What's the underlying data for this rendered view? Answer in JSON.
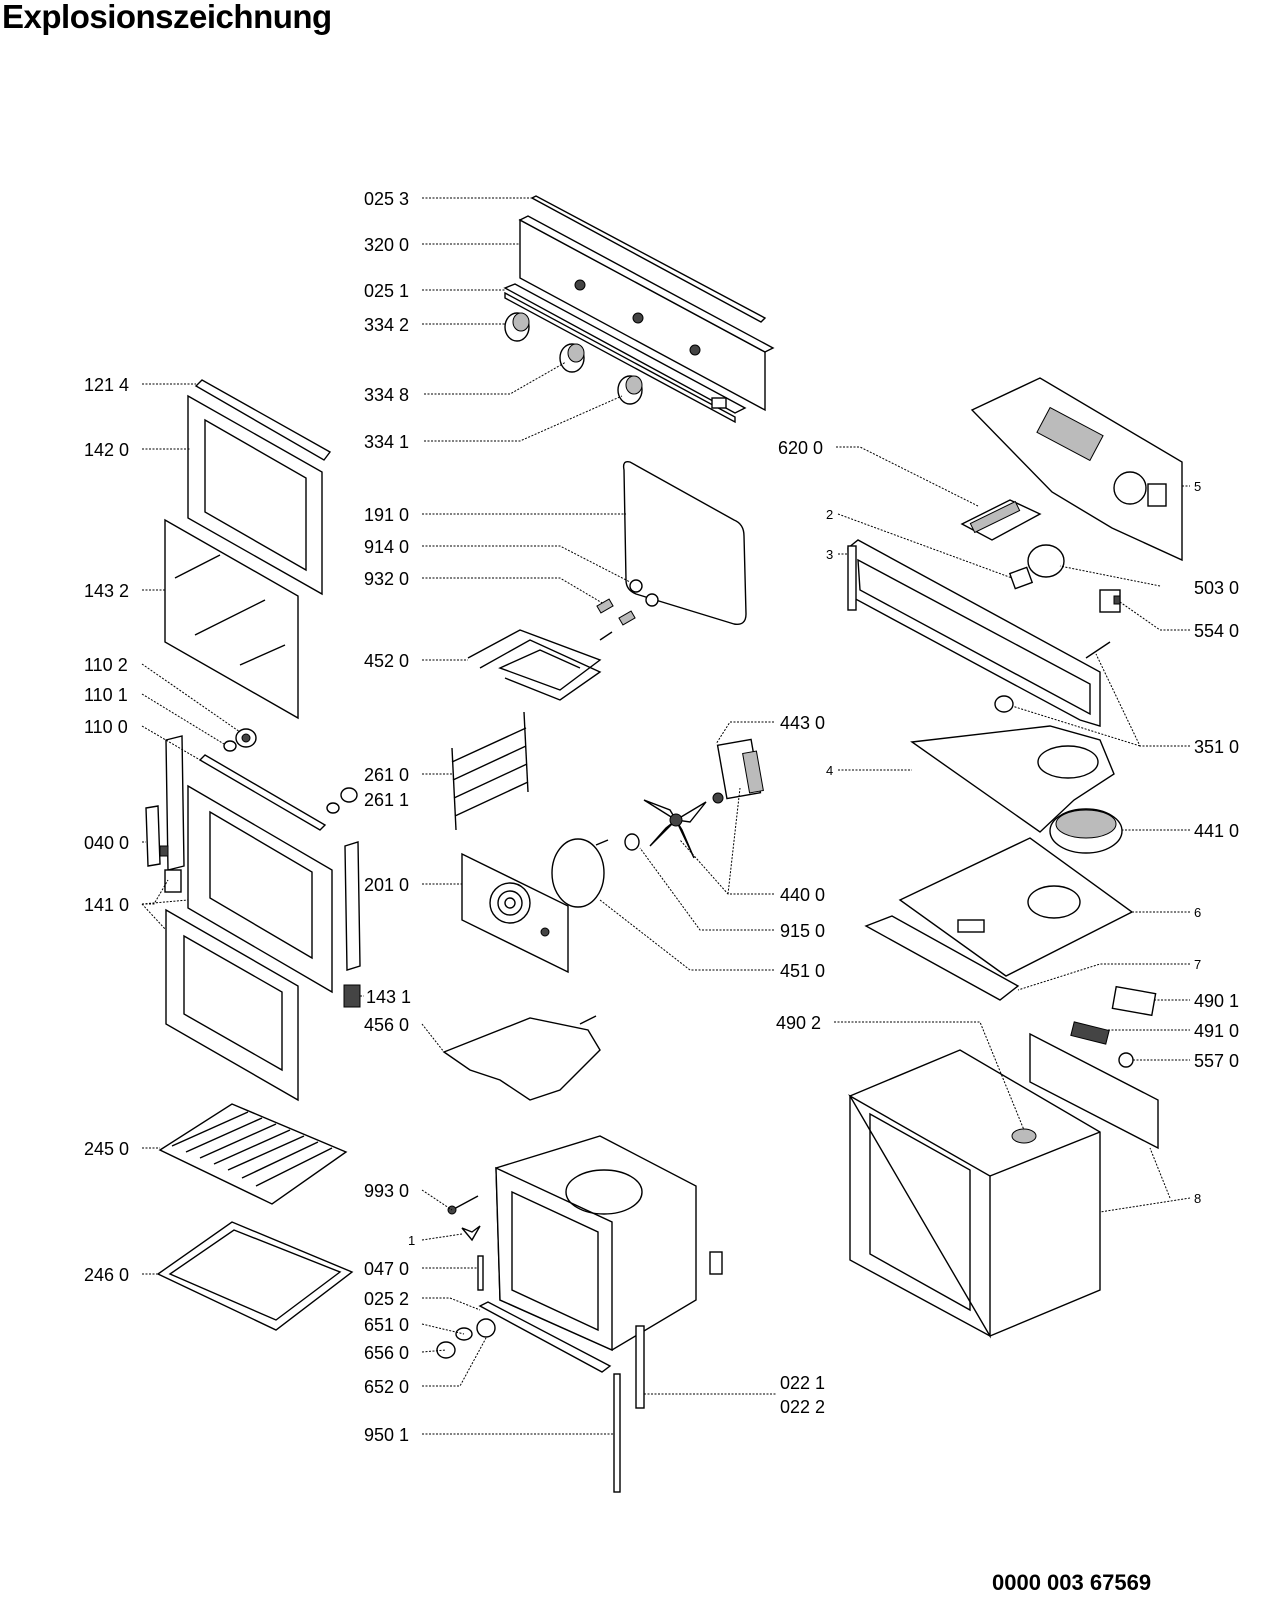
{
  "title": "Explosionszeichnung",
  "document_number": "0000 003 67569",
  "part_labels": [
    "025 3",
    "320 0",
    "025 1",
    "334 2",
    "334 8",
    "334 1",
    "121 4",
    "142 0",
    "143 2",
    "110 2",
    "110 1",
    "110 0",
    "040 0",
    "141 0",
    "191 0",
    "914 0",
    "932 0",
    "452 0",
    "261 0",
    "261 1",
    "201 0",
    "143 1",
    "620 0",
    "2",
    "3",
    "503 0",
    "554 0",
    "351 0",
    "443 0",
    "4",
    "441 0",
    "440 0",
    "915 0",
    "451 0",
    "6",
    "7",
    "490 1",
    "490 2",
    "491 0",
    "557 0",
    "456 0",
    "245 0",
    "993 0",
    "1",
    "047 0",
    "025 2",
    "651 0",
    "656 0",
    "652 0",
    "246 0",
    "022 1",
    "022 2",
    "950 1",
    "8",
    "5"
  ]
}
